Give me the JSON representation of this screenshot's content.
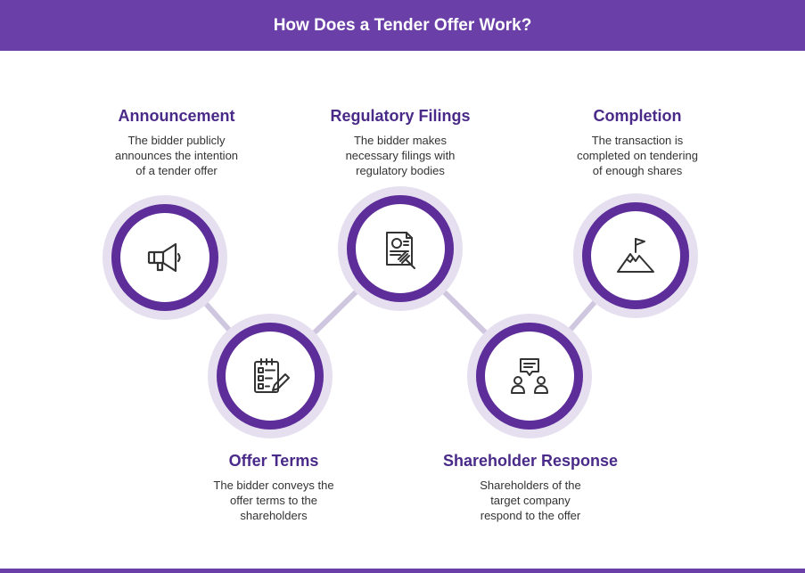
{
  "header": {
    "title": "How Does a Tender Offer Work?"
  },
  "colors": {
    "brand": "#6a3fa8",
    "ring": "#5d2d99",
    "ring_halo": "#e5dff0",
    "connector": "#cfc7df",
    "title_text": "#4a2a88"
  },
  "steps": [
    {
      "title": "Announcement",
      "desc": [
        "The bidder publicly",
        "announces the intention",
        "of a tender offer"
      ],
      "icon": "megaphone-icon"
    },
    {
      "title": "Offer Terms",
      "desc": [
        "The bidder conveys the",
        "offer terms to the",
        "shareholders"
      ],
      "icon": "checklist-pen-icon"
    },
    {
      "title": "Regulatory Filings",
      "desc": [
        "The bidder makes",
        "necessary filings with",
        "regulatory bodies"
      ],
      "icon": "legal-document-icon"
    },
    {
      "title": "Shareholder Response",
      "desc": [
        "Shareholders of the",
        "target company",
        "respond to the offer"
      ],
      "icon": "discussion-people-icon"
    },
    {
      "title": "Completion",
      "desc": [
        "The transaction is",
        "completed on tendering",
        "of enough shares"
      ],
      "icon": "mountain-flag-icon"
    }
  ]
}
